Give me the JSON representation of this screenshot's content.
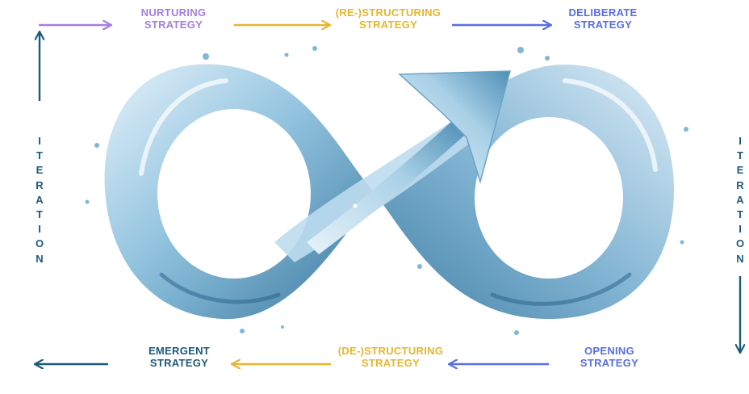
{
  "colors": {
    "purple": "#a57fe0",
    "gold": "#e5b631",
    "blue_violet": "#5a6ee2",
    "teal_dark": "#1d5a78",
    "water_light": "#cfe6f4",
    "water_mid": "#7fb7d6",
    "water_dark": "#2e6f99"
  },
  "top_labels": {
    "nurturing": {
      "line1": "NURTURING",
      "line2": "STRATEGY"
    },
    "restructuring": {
      "line1": "(RE-)STRUCTURING",
      "line2": "STRATEGY"
    },
    "deliberate": {
      "line1": "DELIBERATE",
      "line2": "STRATEGY"
    }
  },
  "bottom_labels": {
    "emergent": {
      "line1": "EMERGENT",
      "line2": "STRATEGY"
    },
    "destructuring": {
      "line1": "(DE-)STRUCTURING",
      "line2": "STRATEGY"
    },
    "opening": {
      "line1": "OPENING",
      "line2": "STRATEGY"
    }
  },
  "side_labels": {
    "left": "ITERATION",
    "right": "ITERATION"
  },
  "icons": {
    "center": "water-infinity-with-arrow-icon"
  }
}
